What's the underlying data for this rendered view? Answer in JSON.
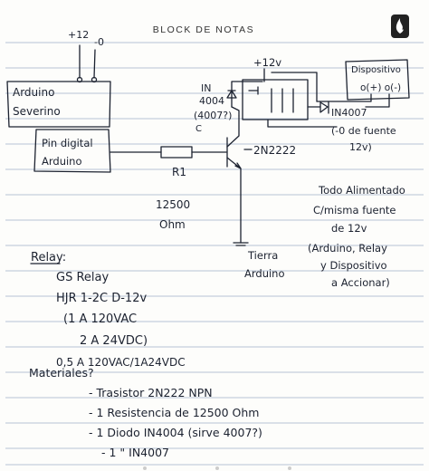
{
  "header": {
    "title": "BLOCK DE NOTAS"
  },
  "logo": {
    "name": "flame-logo-icon"
  },
  "diagram": {
    "plus12_top": "+12",
    "minus0_top": "-0",
    "arduino_box": [
      "Arduino",
      "Severino"
    ],
    "pin_box": [
      "Pin digital",
      "Arduino"
    ],
    "resistor_label": "R1",
    "resistor_value": [
      "12500",
      "Ohm"
    ],
    "diode_label": [
      "IN",
      "4004",
      "(4007?)",
      "C"
    ],
    "relay_supply": "+12v",
    "transistor_label": "2N2222",
    "device_box": "Dispositivo",
    "device_terminals": "o(+) o(-)",
    "diode2_label": "IN4007",
    "source_note": [
      "(-0 de fuente",
      "12v)"
    ],
    "ground_label": [
      "Tierra",
      "Arduino"
    ],
    "power_note": [
      "Todo Alimentado",
      "C/misma fuente",
      "de 12v",
      "(Arduino, Relay",
      "y Dispositivo",
      "a Accionar)"
    ]
  },
  "notes": {
    "relay_heading": "Relay:",
    "relay_lines": [
      "GS Relay",
      "HJR 1-2C D-12v",
      "(1 A 120VAC",
      "2 A 24VDC)",
      "0,5 A 120VAC/1A24VDC"
    ],
    "materials_heading": "Materiales?",
    "materials_lines": [
      "- Trasistor 2N222 NPN",
      "- 1 Resistencia de 12500 Ohm",
      "- 1 Diodo IN4004 (sirve 4007?)",
      "- 1 \" IN4007"
    ]
  },
  "colors": {
    "ink": "#1c2230",
    "rule_lines": "#9fb0c8",
    "paper": "#fdfdfb"
  }
}
